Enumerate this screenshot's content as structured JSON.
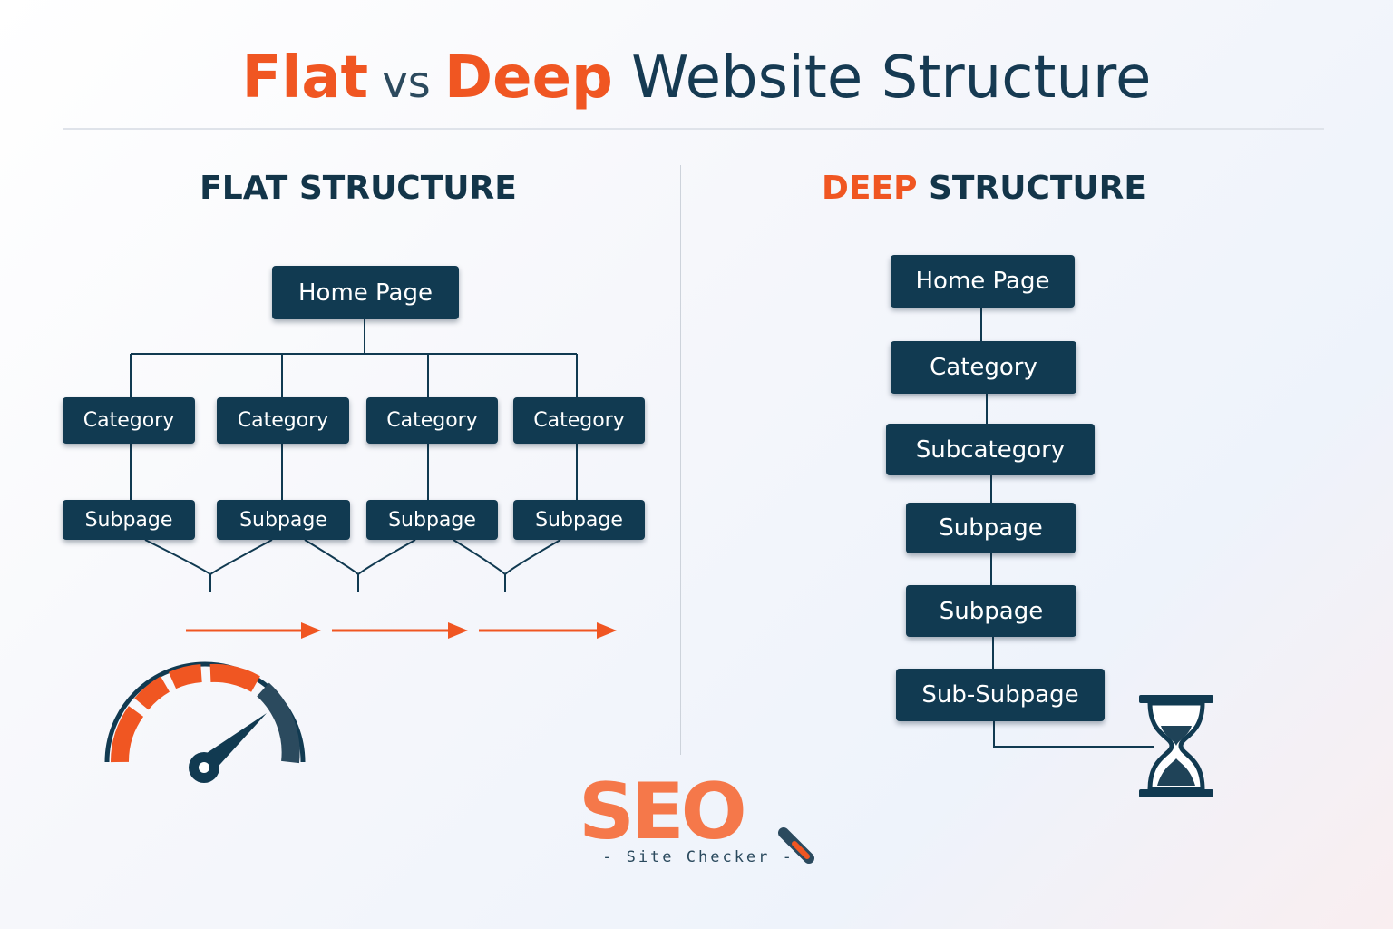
{
  "title": {
    "part1": "Flat",
    "part2": " vs ",
    "part3": "Deep",
    "part4": " Website Structure"
  },
  "flat": {
    "heading": "FLAT STRUCTURE",
    "home": "Home Page",
    "categories": [
      "Category",
      "Category",
      "Category",
      "Category"
    ],
    "subpages": [
      "Subpage",
      "Subpage",
      "Subpage",
      "Subpage"
    ]
  },
  "deep": {
    "heading_accent": "DEEP",
    "heading_rest": " STRUCTURE",
    "chain": [
      "Home Page",
      "Category",
      "Subcategory",
      "Subpage",
      "Subpage",
      "Sub-Subpage"
    ]
  },
  "logo": {
    "wordmark": "SEO",
    "tagline": "- Site Checker -"
  },
  "colors": {
    "accent": "#f05622",
    "node": "#113a51",
    "text_dark": "#133549"
  },
  "icons": [
    "speedometer-icon",
    "hourglass-icon",
    "magnifier-icon",
    "arrow-right-icon"
  ]
}
